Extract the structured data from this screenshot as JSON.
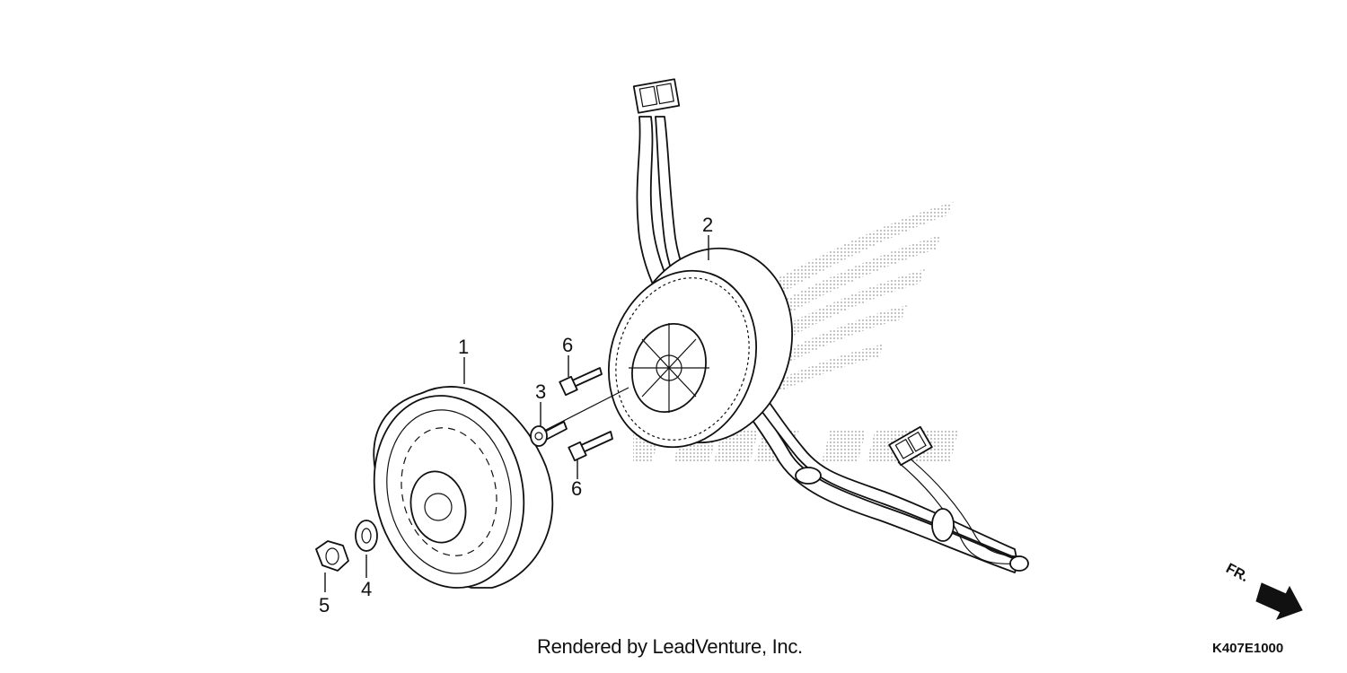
{
  "callouts": {
    "flywheel": "1",
    "stator": "2",
    "bolt_center": "3",
    "washer": "4",
    "nut": "5",
    "bolt_upper": "6",
    "bolt_lower": "6"
  },
  "front_indicator": "FR.",
  "credit": "Rendered by LeadVenture, Inc.",
  "diagram_code": "K407E1000",
  "watermark": "HONDA",
  "colors": {
    "ink": "#111111",
    "watermark": "#9a9a9a"
  }
}
